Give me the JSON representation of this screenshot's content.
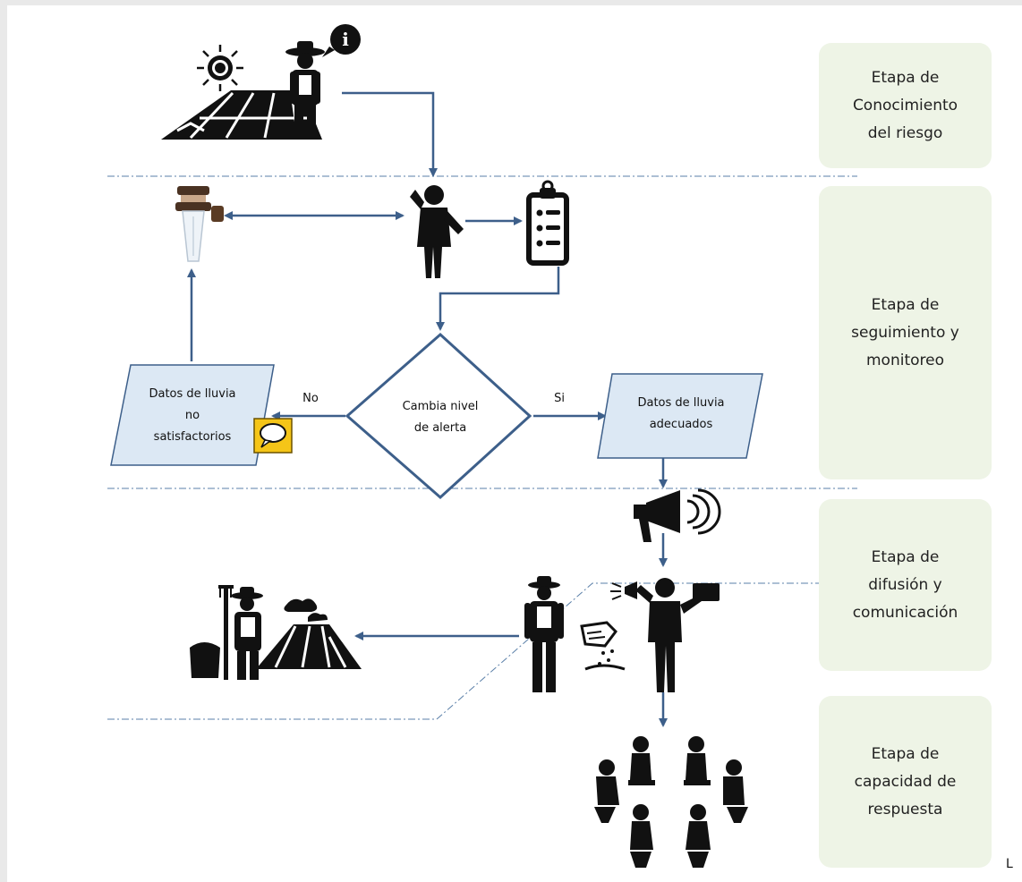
{
  "stages": [
    {
      "label": "Etapa de\nConocimiento\ndel riesgo"
    },
    {
      "label": "Etapa de\nseguimiento y\nmonitoreo"
    },
    {
      "label": "Etapa de\ndifusión y\ncomunicación"
    },
    {
      "label": "Etapa de\ncapacidad de\nrespuesta"
    }
  ],
  "flow": {
    "decision": "Cambia nivel\nde alerta",
    "no_label": "No",
    "yes_label": "Si",
    "unsatisfactory_data": "Datos de lluvia\nno\nsatisfactorios",
    "adequate_data": "Datos de lluvia\nadecuados"
  },
  "icons": {
    "info": "i",
    "sun": "sun-icon",
    "farmer": "farmer-icon",
    "rain_gauge": "rain-gauge-icon",
    "thinking_person": "thinking-person-icon",
    "clipboard": "clipboard-checklist-icon",
    "chat": "speech-bubble-icon",
    "megaphone": "megaphone-icon",
    "announcer": "announcer-icon",
    "hand_seeds": "hand-seeds-icon",
    "farmer_field": "farmer-field-icon",
    "group_meeting": "group-meeting-icon"
  },
  "colors": {
    "arrow": "#3d5f8a",
    "diamond_stroke": "#3d5f8a",
    "data_box_fill": "#dce8f4",
    "data_box_stroke": "#3d5f8a",
    "stage_fill": "#eef4e6",
    "chat_fill": "#f5c518"
  },
  "corner_letter": "L"
}
